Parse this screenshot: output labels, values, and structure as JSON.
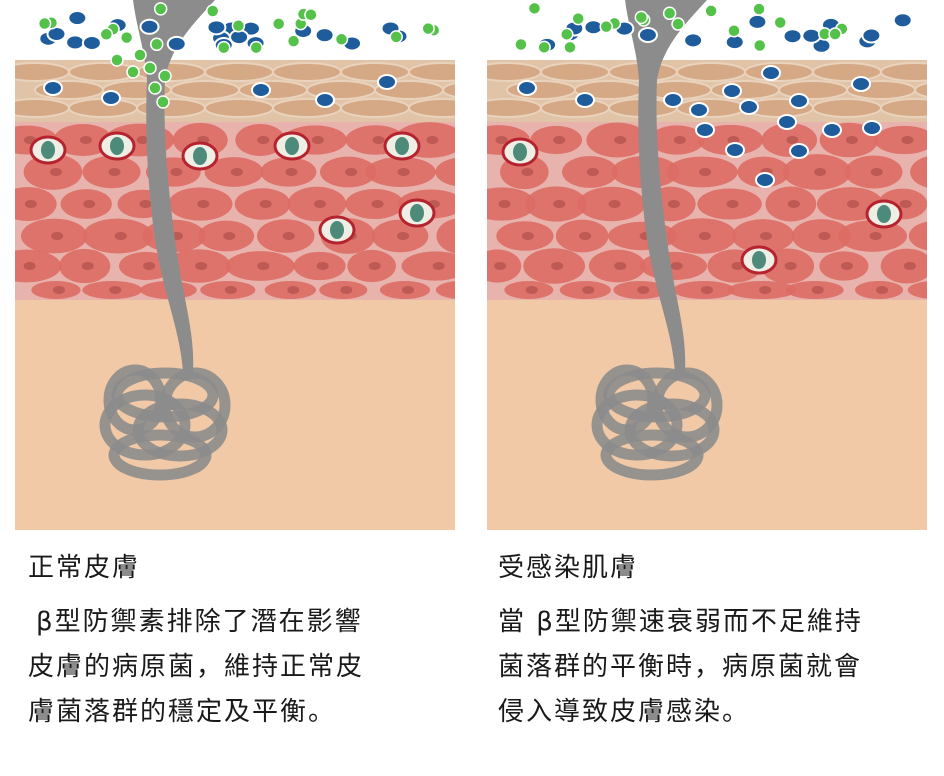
{
  "panels": [
    {
      "title": "正常皮膚",
      "lines": [
        "β型防禦素排除了潛在影響",
        "皮膚的病原菌，維持正常皮",
        "膚菌落群的穩定及平衡。"
      ]
    },
    {
      "title": "受感染肌膚",
      "lines": [
        "當 β型防禦速衰弱而不足維持",
        "菌落群的平衡時，病原菌就會",
        "侵入導致皮膚感染。"
      ]
    }
  ],
  "colors": {
    "dermis": "#f0c7a4",
    "epidermis": "#e1c4a8",
    "cell_layer": "#e8b3ac",
    "cell": "#db6b64",
    "hair": "#8c8c8c",
    "bacteria": "#1f5c9c",
    "peptide": "#54c24a",
    "immune_ring": "#b5232e"
  }
}
